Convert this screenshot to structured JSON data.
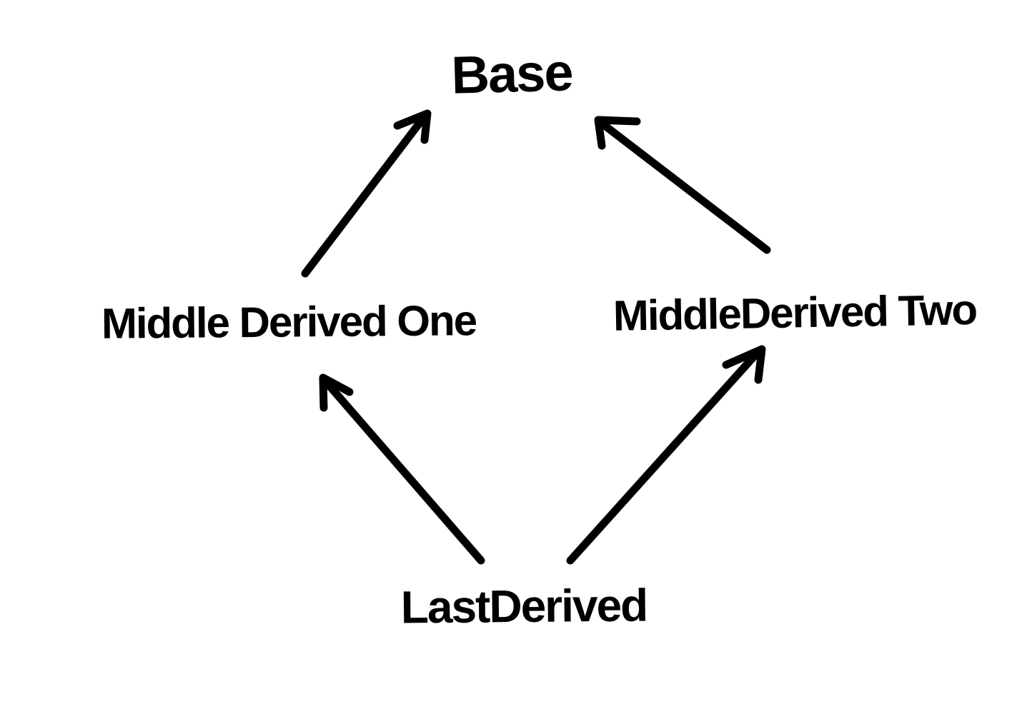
{
  "diagram": {
    "title": "hand-drawn diamond inheritance diagram",
    "background_color": "#ffffff",
    "ink_color": "#000000",
    "nodes": [
      {
        "id": "base",
        "label": "Base"
      },
      {
        "id": "middle-derived-one",
        "label": "Middle Derived One"
      },
      {
        "id": "middle-derived-two",
        "label": "MiddleDerived Two"
      },
      {
        "id": "last-derived",
        "label": "LastDerived"
      }
    ],
    "edges": [
      {
        "from": "middle-derived-one",
        "to": "base"
      },
      {
        "from": "middle-derived-two",
        "to": "base"
      },
      {
        "from": "last-derived",
        "to": "middle-derived-one"
      },
      {
        "from": "last-derived",
        "to": "middle-derived-two"
      }
    ]
  }
}
